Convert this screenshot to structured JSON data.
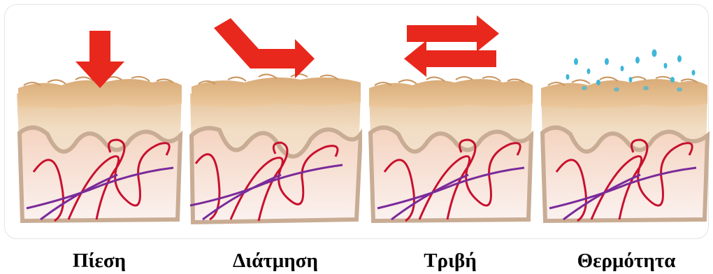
{
  "figure": {
    "panels": [
      {
        "caption": "Πίεση",
        "force": "pressure-arrow-icon"
      },
      {
        "caption": "Διάτμηση",
        "force": "shear-arrow-icon"
      },
      {
        "caption": "Τριβή",
        "force": "friction-arrows-icon"
      },
      {
        "caption": "Θερμότητα",
        "force": "heat-droplets-icon"
      }
    ],
    "colors": {
      "arrow": "#e8281c",
      "skin_top": "#e7c79b",
      "skin_deep": "#f3d6c2",
      "vessel_red": "#c8102e",
      "vessel_purple": "#7a2a9a",
      "droplet": "#3fb6d8"
    }
  }
}
